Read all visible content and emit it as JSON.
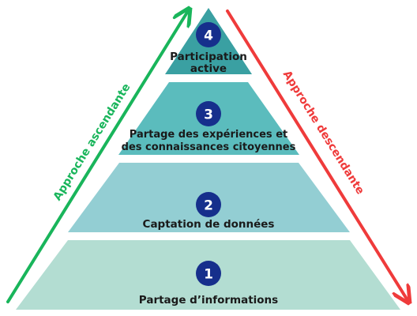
{
  "levels": [
    {
      "number": "1",
      "lines": [
        "Partage d’informations"
      ],
      "color": "#b3ddd2"
    },
    {
      "number": "2",
      "lines": [
        "Captation de données"
      ],
      "color": "#93ced3"
    },
    {
      "number": "3",
      "lines": [
        "Partage des expériences et",
        "des connaissances citoyennes"
      ],
      "color": "#5bbcbd"
    },
    {
      "number": "4",
      "lines": [
        "Participation",
        "active"
      ],
      "color": "#3aa0a2"
    }
  ],
  "badge_color": "#162f8c",
  "arrows": {
    "up": {
      "label": "Approche ascendante",
      "color": "#19b55b"
    },
    "down": {
      "label": "Approche descendante",
      "color": "#ef3b3b"
    }
  }
}
